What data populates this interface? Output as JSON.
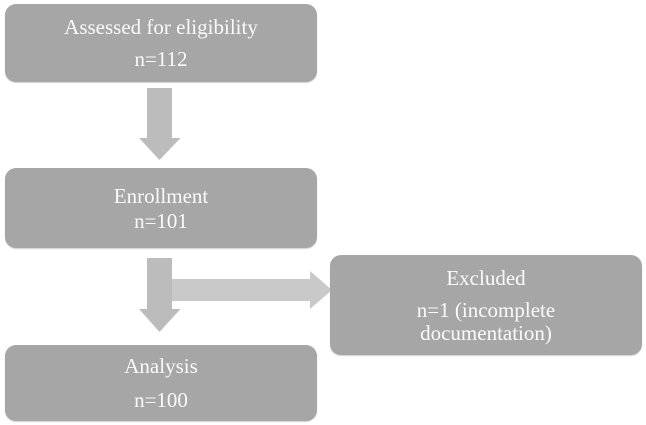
{
  "diagram": {
    "type": "flowchart",
    "description": "Participant flow diagram",
    "colors": {
      "box_fill": "#a6a6a6",
      "text": "#fafafa",
      "arrow_down": "#bcbcbc",
      "arrow_right": "#c9c9c9",
      "background": "#ffffff"
    },
    "nodes": {
      "assessed": {
        "label": "Assessed for eligibility",
        "count": "n=112"
      },
      "enrollment": {
        "label": "Enrollment",
        "count": "n=101"
      },
      "excluded": {
        "label": "Excluded",
        "count": "n=1 (incomplete documentation)"
      },
      "analysis": {
        "label": "Analysis",
        "count": "n=100"
      }
    },
    "edges": [
      {
        "from": "assessed",
        "to": "enrollment",
        "direction": "down"
      },
      {
        "from": "enrollment",
        "to": "analysis",
        "direction": "down"
      },
      {
        "from": "enrollment",
        "to": "excluded",
        "direction": "right"
      }
    ]
  }
}
